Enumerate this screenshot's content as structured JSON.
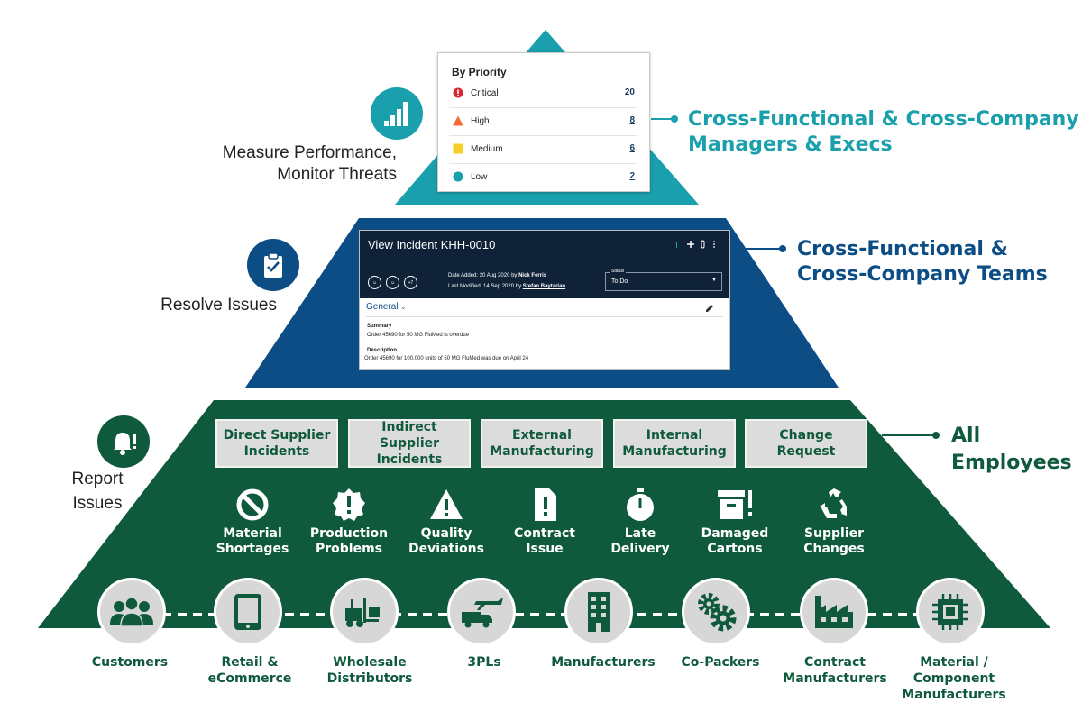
{
  "colors": {
    "teal": "#1a9fac",
    "blue": "#0d4d85",
    "green": "#0f5a3c",
    "gray_box": "#dcdcdc"
  },
  "tiers": {
    "top": {
      "side_label_line1": "Measure Performance,",
      "side_label_line2": "Monitor Threats",
      "audience_line1": "Cross-Functional & Cross-Company",
      "audience_line2": "Managers & Execs",
      "icon": "bar-chart-icon"
    },
    "middle": {
      "side_label": "Resolve Issues",
      "audience_line1": "Cross-Functional &",
      "audience_line2": "Cross-Company Teams",
      "icon": "clipboard-check-icon"
    },
    "bottom": {
      "side_label_line1": "Report",
      "side_label_line2": "Issues",
      "audience_line1": "All",
      "audience_line2": "Employees",
      "icon": "bell-alert-icon"
    }
  },
  "priority_card": {
    "title": "By Priority",
    "rows": [
      {
        "name": "Critical",
        "count": "20",
        "icon": "critical-icon"
      },
      {
        "name": "High",
        "count": "8",
        "icon": "high-icon"
      },
      {
        "name": "Medium",
        "count": "6",
        "icon": "medium-icon"
      },
      {
        "name": "Low",
        "count": "2",
        "icon": "low-icon"
      }
    ]
  },
  "incident_card": {
    "title": "View Incident KHH-0010",
    "avatar_more": "+7",
    "date_added_label": "Date Added:",
    "date_added_value": "20 Aug 2020 by",
    "date_added_user": "Nick Ferris",
    "last_modified_label": "Last Modified:",
    "last_modified_value": "14 Sep 2020 by",
    "last_modified_user": "Stefan Baytarian",
    "status_label": "Status",
    "status_value": "To Do",
    "section_title": "General",
    "summary_label": "Summary",
    "summary_text": "Order 45690 for 50 MG FluMed is overdue",
    "description_label": "Description",
    "description_text": "Order 45690 for 100,000 units of 50 MG FluMed was due on April 24"
  },
  "categories": [
    {
      "line1": "Direct Supplier",
      "line2": "Incidents"
    },
    {
      "line1": "Indirect Supplier",
      "line2": "Incidents"
    },
    {
      "line1": "External",
      "line2": "Manufacturing"
    },
    {
      "line1": "Internal",
      "line2": "Manufacturing"
    },
    {
      "line1": "Change",
      "line2": "Request"
    }
  ],
  "issues": [
    {
      "line1": "Material",
      "line2": "Shortages",
      "icon": "prohibited-icon"
    },
    {
      "line1": "Production",
      "line2": "Problems",
      "icon": "alert-badge-icon"
    },
    {
      "line1": "Quality",
      "line2": "Deviations",
      "icon": "warning-triangle-icon"
    },
    {
      "line1": "Contract",
      "line2": "Issue",
      "icon": "document-alert-icon"
    },
    {
      "line1": "Late",
      "line2": "Delivery",
      "icon": "stopwatch-icon"
    },
    {
      "line1": "Damaged",
      "line2": "Cartons",
      "icon": "box-alert-icon"
    },
    {
      "line1": "Supplier",
      "line2": "Changes",
      "icon": "recycle-icon"
    }
  ],
  "parties": [
    {
      "line1": "Customers",
      "line2": "",
      "line3": "",
      "icon": "people-icon"
    },
    {
      "line1": "Retail &",
      "line2": "eCommerce",
      "line3": "",
      "icon": "tablet-icon"
    },
    {
      "line1": "Wholesale",
      "line2": "Distributors",
      "line3": "",
      "icon": "forklift-icon"
    },
    {
      "line1": "3PLs",
      "line2": "",
      "line3": "",
      "icon": "plane-truck-icon"
    },
    {
      "line1": "Manufacturers",
      "line2": "",
      "line3": "",
      "icon": "building-icon"
    },
    {
      "line1": "Co-Packers",
      "line2": "",
      "line3": "",
      "icon": "gears-icon"
    },
    {
      "line1": "Contract",
      "line2": "Manufacturers",
      "line3": "",
      "icon": "factory-icon"
    },
    {
      "line1": "Material /",
      "line2": "Component",
      "line3": "Manufacturers",
      "icon": "chip-icon"
    }
  ]
}
